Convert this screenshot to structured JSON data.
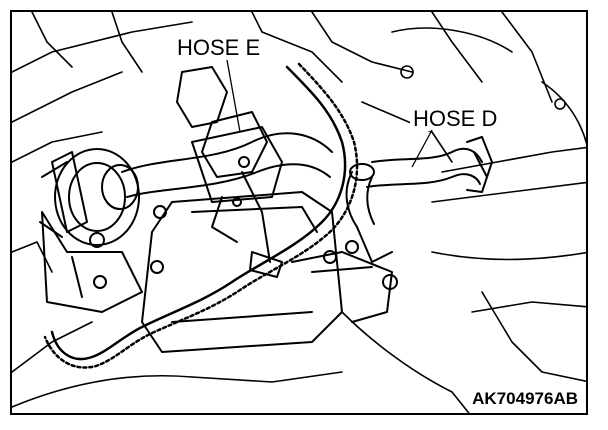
{
  "labels": {
    "hose_e": "HOSE E",
    "hose_d": "HOSE D"
  },
  "figure_id": "AK704976AB",
  "colors": {
    "line": "#000000",
    "background": "#ffffff"
  }
}
